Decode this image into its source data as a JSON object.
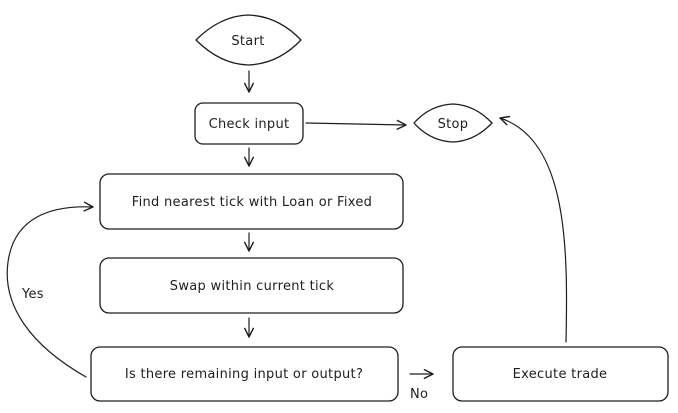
{
  "nodes": {
    "start": "Start",
    "check_input": "Check input",
    "stop": "Stop",
    "find_tick": "Find nearest tick with Loan or Fixed",
    "swap": "Swap within current tick",
    "remaining": "Is there remaining input or output?",
    "execute": "Execute trade"
  },
  "edge_labels": {
    "yes": "Yes",
    "no": "No"
  },
  "colors": {
    "stroke": "#1e1e1e",
    "background": "#ffffff"
  }
}
